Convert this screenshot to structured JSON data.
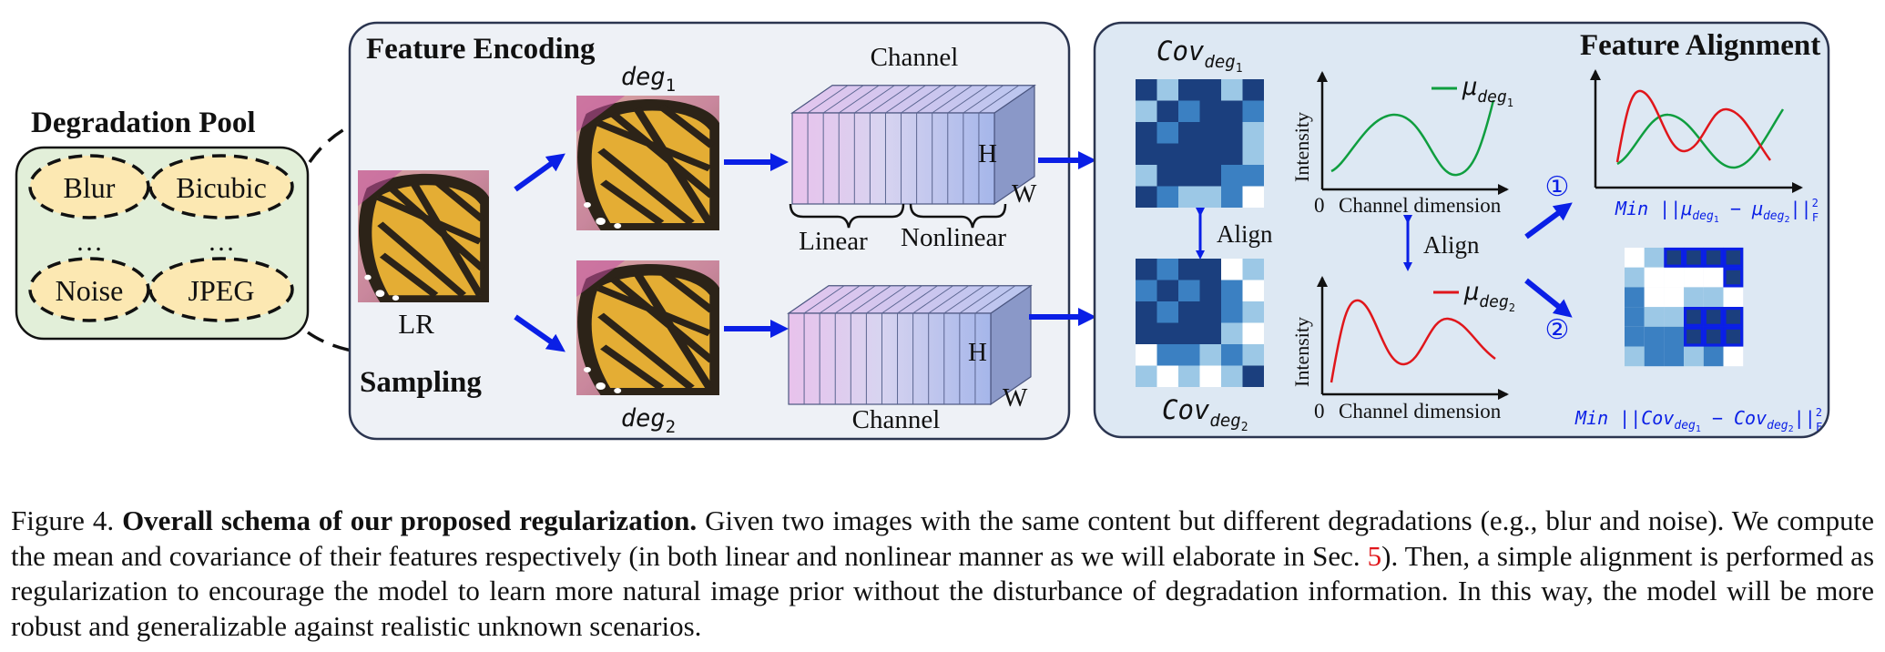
{
  "figure": {
    "degradation_pool": {
      "title": "Degradation Pool",
      "items": [
        "Blur",
        "Bicubic",
        "Noise",
        "JPEG"
      ],
      "ellipsis": "…"
    },
    "encoding": {
      "title": "Feature Encoding",
      "sampling": "Sampling",
      "lr_label": "LR",
      "deg1_label": "deg",
      "deg1_sub": "1",
      "deg2_label": "deg",
      "deg2_sub": "2",
      "channel_top": "Channel",
      "channel_bottom": "Channel",
      "h_label": "H",
      "w_label": "W",
      "linear_label": "Linear",
      "nonlinear_label": "Nonlinear"
    },
    "alignment": {
      "title": "Feature Alignment",
      "cov_top_base": "Cov",
      "cov_top_sub": "deg",
      "cov_top_subsub": "1",
      "cov_bottom_base": "Cov",
      "cov_bottom_sub": "deg",
      "cov_bottom_subsub": "2",
      "align_label": "Align",
      "intensity_label": "Intensity",
      "zero_label": "0",
      "channel_dim_label": "Channel dimension",
      "mu_base": "μ",
      "mu1_sub": "deg",
      "mu1_subsub": "1",
      "mu2_sub": "deg",
      "mu2_subsub": "2",
      "step1": "①",
      "step2": "②",
      "min_mu": "Min ||μ",
      "min_cov": "Min ||Cov",
      "minus": " − ",
      "norm_sup": "2",
      "norm_sub": "F",
      "norm_bars": "||"
    },
    "colors": {
      "accent_blue": "#0a1fe6",
      "green_curve": "#0f9e3f",
      "red_curve": "#e0161b",
      "encoding_bg": "#eef1f6",
      "alignment_bg": "#dde8f3",
      "pool_bg": "#e2efd9",
      "ellipse_fill": "#fce8b2"
    },
    "cov_matrix_top": [
      [
        3,
        1,
        3,
        3,
        1,
        3
      ],
      [
        1,
        3,
        2,
        3,
        3,
        2
      ],
      [
        3,
        2,
        3,
        3,
        3,
        1
      ],
      [
        3,
        3,
        3,
        3,
        3,
        1
      ],
      [
        1,
        3,
        3,
        3,
        2,
        2
      ],
      [
        3,
        2,
        1,
        1,
        2,
        0
      ]
    ],
    "cov_matrix_bottom": [
      [
        3,
        2,
        3,
        3,
        0,
        1
      ],
      [
        2,
        3,
        2,
        3,
        2,
        0
      ],
      [
        3,
        2,
        3,
        3,
        2,
        1
      ],
      [
        3,
        3,
        3,
        3,
        1,
        0
      ],
      [
        0,
        2,
        2,
        1,
        2,
        1
      ],
      [
        1,
        0,
        1,
        0,
        1,
        3
      ]
    ],
    "diff_matrix": [
      [
        0,
        1,
        3,
        3,
        3,
        3
      ],
      [
        1,
        0,
        0,
        0,
        0,
        3
      ],
      [
        2,
        0,
        0,
        1,
        1,
        0
      ],
      [
        2,
        1,
        1,
        3,
        3,
        3
      ],
      [
        2,
        2,
        2,
        3,
        3,
        3
      ],
      [
        1,
        2,
        2,
        1,
        2,
        0
      ]
    ]
  },
  "caption": {
    "figure_label": "Figure 4.",
    "bold_title": "Overall schema of our proposed regularization.",
    "text_1": "Given two images with the same content but different degradations (e.g., blur and noise). We compute the mean and covariance of their features respectively (in both linear and nonlinear manner as we will elaborate in Sec.",
    "sec_ref": "5",
    "text_2": "). Then, a simple alignment is performed as regularization to encourage the model to learn more natural image prior without the disturbance of degradation information. In this way, the model will be more robust and generalizable against realistic unknown scenarios."
  }
}
